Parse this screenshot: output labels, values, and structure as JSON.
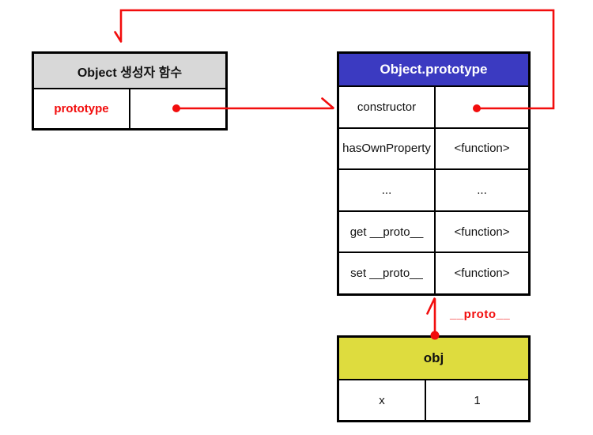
{
  "colors": {
    "red": "#f20d0d",
    "blue_header": "#3b3ac1",
    "gray_header": "#d8d8d8",
    "yellow_header": "#dedc3e",
    "border": "#000000",
    "background": "#ffffff"
  },
  "constructor_box": {
    "title": "Object 생성자 함수",
    "rows": [
      {
        "name": "prototype",
        "value": ""
      }
    ]
  },
  "prototype_box": {
    "title": "Object.prototype",
    "rows": [
      {
        "name": "constructor",
        "value": ""
      },
      {
        "name": "hasOwnProperty",
        "value": "<function>"
      },
      {
        "name": "...",
        "value": "..."
      },
      {
        "name": "get __proto__",
        "value": "<function>"
      },
      {
        "name": "set __proto__",
        "value": "<function>"
      }
    ]
  },
  "obj_box": {
    "title": "obj",
    "rows": [
      {
        "name": "x",
        "value": "1"
      }
    ]
  },
  "labels": {
    "proto_edge": "__proto__"
  }
}
